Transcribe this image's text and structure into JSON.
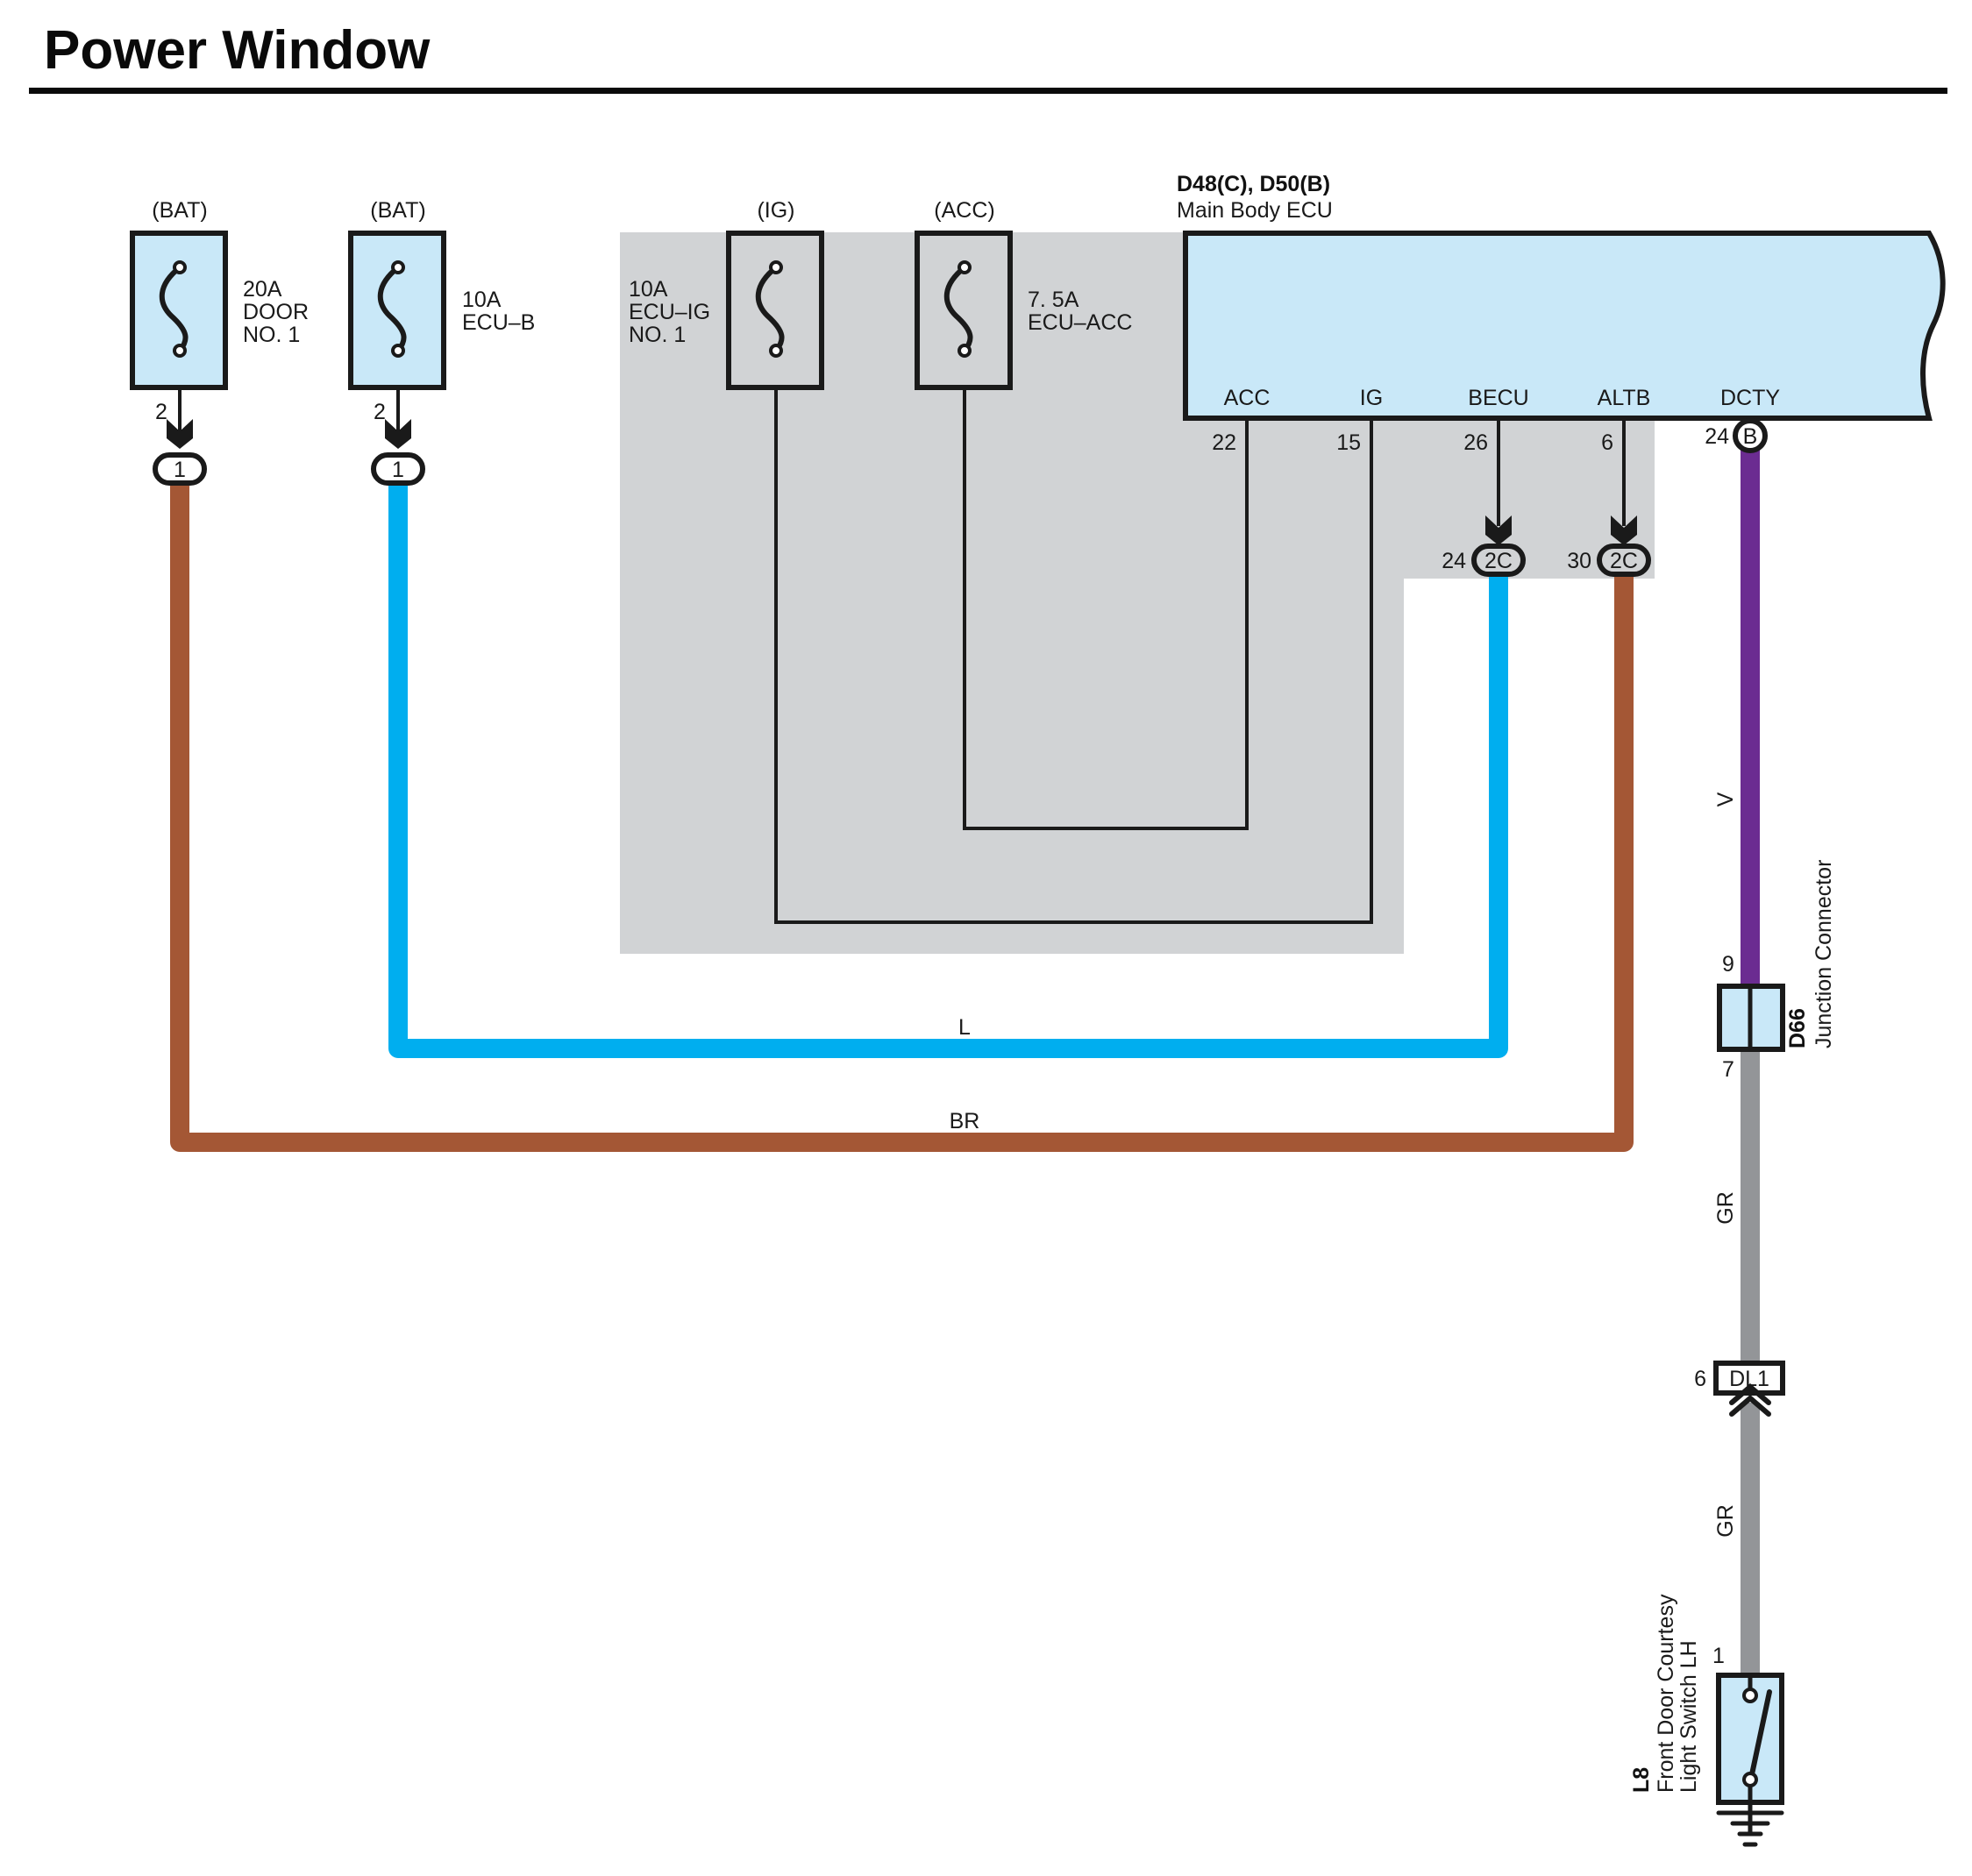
{
  "title": "Power Window",
  "colors": {
    "component_fill": "#c9e8f8",
    "shaded_area": "#d1d3d5",
    "wire_L": "#00aeef",
    "wire_BR": "#a45735",
    "wire_V": "#6b2c91",
    "wire_GR": "#939598",
    "outline": "#1a1a1a"
  },
  "fuses": [
    {
      "source": "(BAT)",
      "rating": "20A",
      "name_line1": "DOOR",
      "name_line2": "NO. 1",
      "out_pin": "2",
      "connector": "1",
      "wire": "BR"
    },
    {
      "source": "(BAT)",
      "rating": "10A",
      "name_line1": "ECU–B",
      "name_line2": "",
      "out_pin": "2",
      "connector": "1",
      "wire": "L"
    },
    {
      "source": "(IG)",
      "rating": "10A",
      "name_line1": "ECU–IG",
      "name_line2": "NO. 1"
    },
    {
      "source": "(ACC)",
      "rating": "7. 5A",
      "name_line1": "ECU–ACC",
      "name_line2": ""
    }
  ],
  "ecu": {
    "connectors": "D48(C), D50(B)",
    "name": "Main Body ECU",
    "terminals": [
      {
        "name": "ACC",
        "pin": "22"
      },
      {
        "name": "IG",
        "pin": "15"
      },
      {
        "name": "BECU",
        "pin": "26",
        "conn_pin": "24",
        "conn": "2C"
      },
      {
        "name": "ALTB",
        "pin": "6",
        "conn_pin": "30",
        "conn": "2C"
      },
      {
        "name": "DCTY",
        "pin": "24",
        "conn": "B"
      }
    ]
  },
  "wires": {
    "L": "L",
    "BR": "BR",
    "V": "V",
    "GR1": "GR",
    "GR2": "GR"
  },
  "junction": {
    "id": "D66",
    "name": "Junction Connector",
    "pin_in": "9",
    "pin_out": "7"
  },
  "inline_connector": {
    "id": "DL1",
    "pin": "6"
  },
  "switch": {
    "id": "L8",
    "name_line1": "Front Door Courtesy",
    "name_line2": "Light Switch LH",
    "pin": "1"
  }
}
